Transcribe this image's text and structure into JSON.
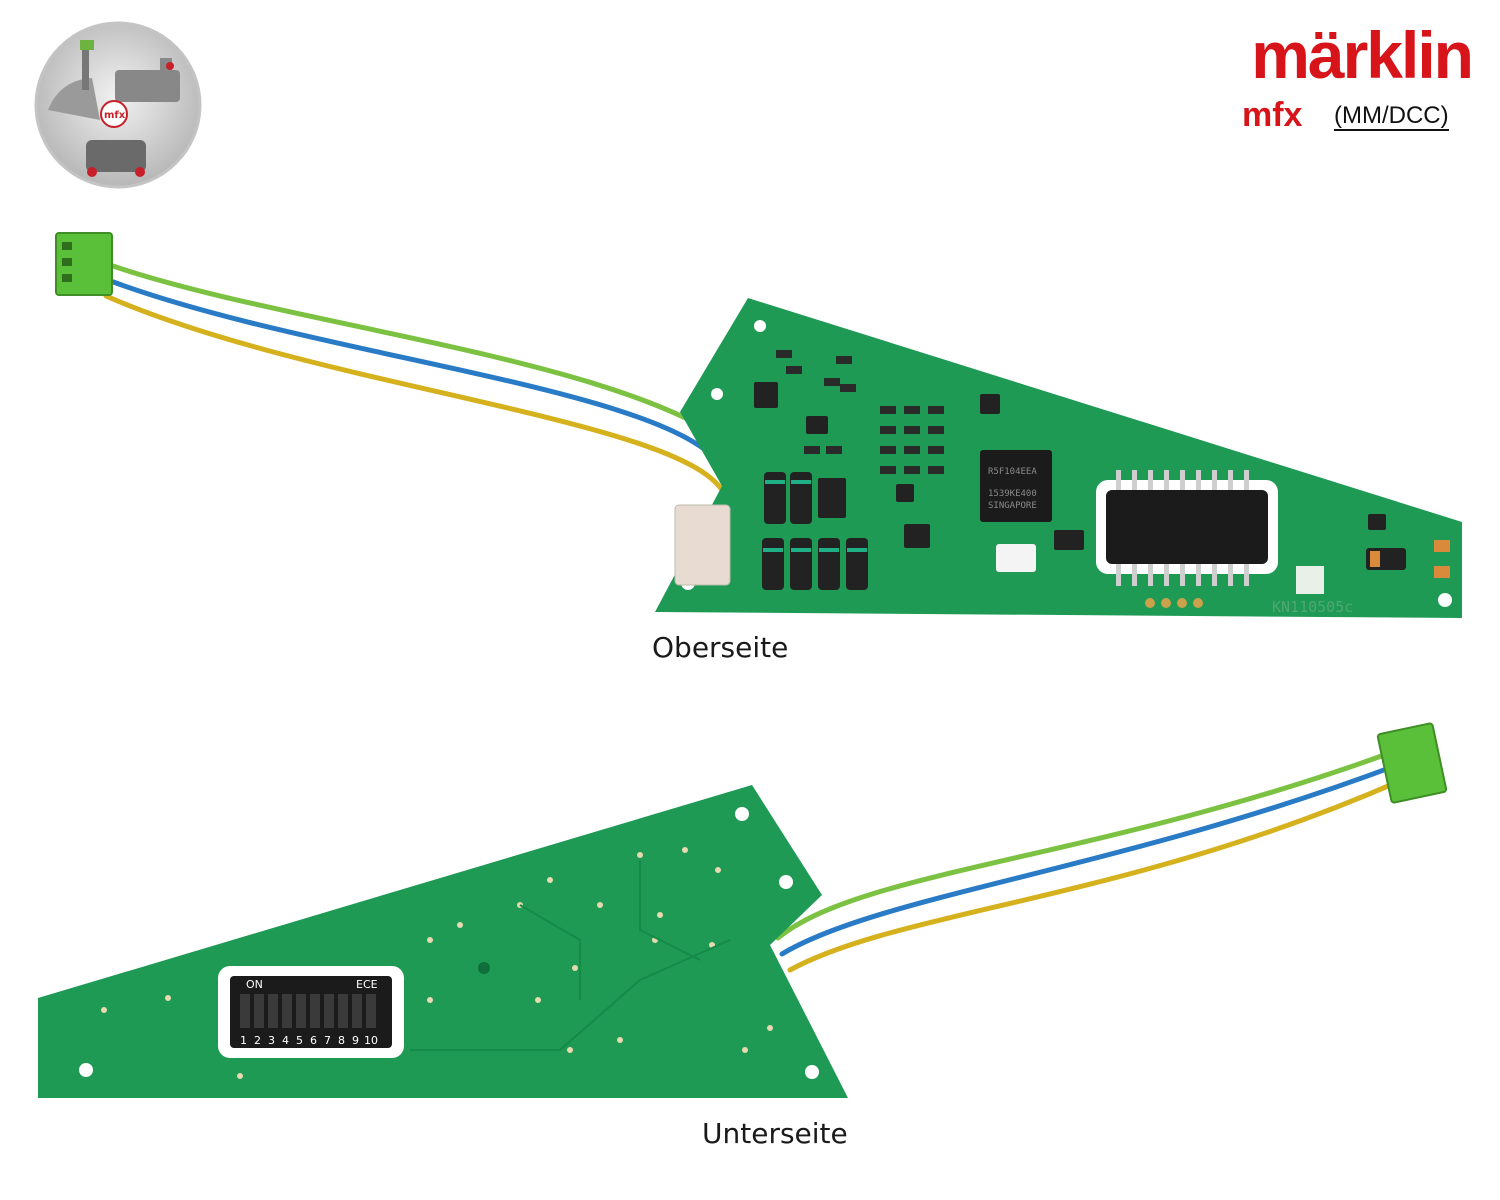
{
  "brand": {
    "name": "märklin",
    "line": "mfx",
    "protocol": "(MM/DCC)",
    "color": "#d7141a"
  },
  "captions": {
    "top": "Oberseite",
    "bottom": "Unterseite"
  },
  "board": {
    "chip_lines": [
      "R5F104EEA",
      "1539KE400",
      "SINGAPORE"
    ],
    "code": "KN110505c",
    "dip_label_on": "ON",
    "dip_label_brand": "ECE",
    "dip_numbers": [
      "1",
      "2",
      "3",
      "4",
      "5",
      "6",
      "7",
      "8",
      "9",
      "10"
    ]
  },
  "colors": {
    "pcb": "#1e9a55",
    "wire_green": "#7cc242",
    "wire_blue": "#2a7bc6",
    "wire_yellow": "#d6b11e"
  },
  "icons": [
    "mfx-badge-icon",
    "pcb-board-top",
    "pcb-board-bottom",
    "connector-plug-icon"
  ]
}
